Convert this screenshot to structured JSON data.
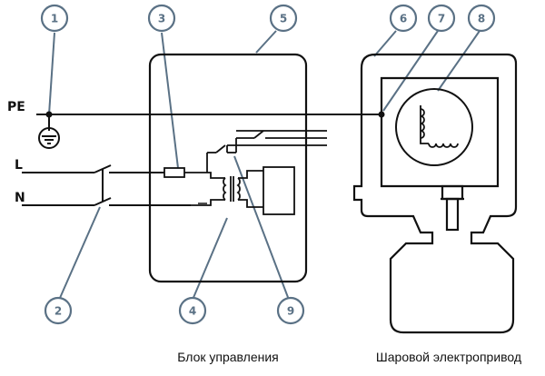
{
  "lines": {
    "pe": "PE",
    "l": "L",
    "n": "N"
  },
  "callouts": [
    "1",
    "2",
    "3",
    "4",
    "5",
    "6",
    "7",
    "8",
    "9"
  ],
  "captions": {
    "control_unit": "Блок управления",
    "actuator": "Шаровой электропривод"
  },
  "colors": {
    "line": "#111111",
    "callout": "#5a7185",
    "callout_fill": "#ffffff"
  }
}
